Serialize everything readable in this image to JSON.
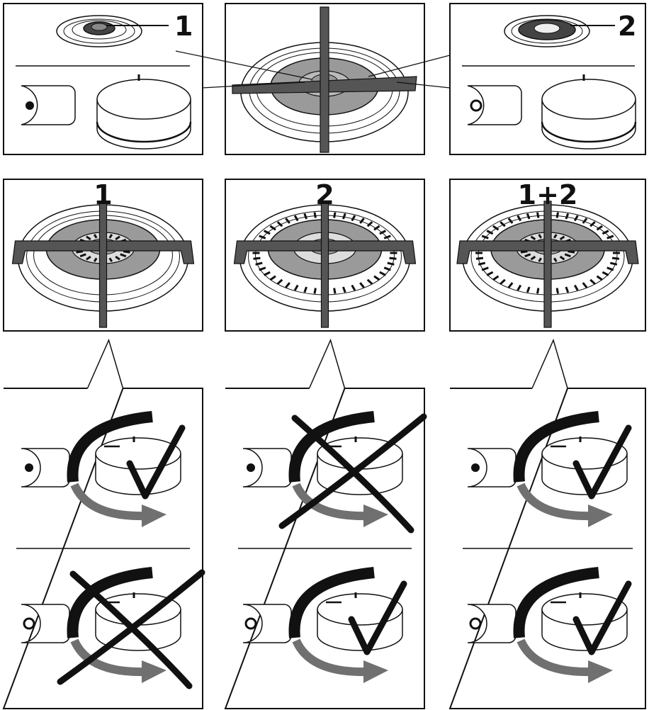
{
  "labels": {
    "inner_ring": "1",
    "outer_ring": "2",
    "flame_1": "1",
    "flame_2": "2",
    "flame_both": "1+2"
  },
  "colors": {
    "line": "#111111",
    "gray_ring": "#9a9a9a",
    "dark_ring": "#555555",
    "arrow": "#707070",
    "grate": "#555555"
  },
  "icons": {
    "dot_symbol": "inner-ring-symbol-icon",
    "ring_symbol": "outer-ring-symbol-icon",
    "correct": "check-mark-icon",
    "wrong": "cross-mark-icon",
    "rotation": "rotate-arrow-icon"
  },
  "columns": [
    {
      "heading": "1",
      "top_row": {
        "symbol": "dot",
        "result": "check"
      },
      "bottom_row": {
        "symbol": "ring",
        "result": "cross"
      }
    },
    {
      "heading": "2",
      "top_row": {
        "symbol": "dot",
        "result": "cross"
      },
      "bottom_row": {
        "symbol": "ring",
        "result": "check"
      }
    },
    {
      "heading": "1+2",
      "top_row": {
        "symbol": "dot",
        "result": "check"
      },
      "bottom_row": {
        "symbol": "ring",
        "result": "check"
      }
    }
  ]
}
